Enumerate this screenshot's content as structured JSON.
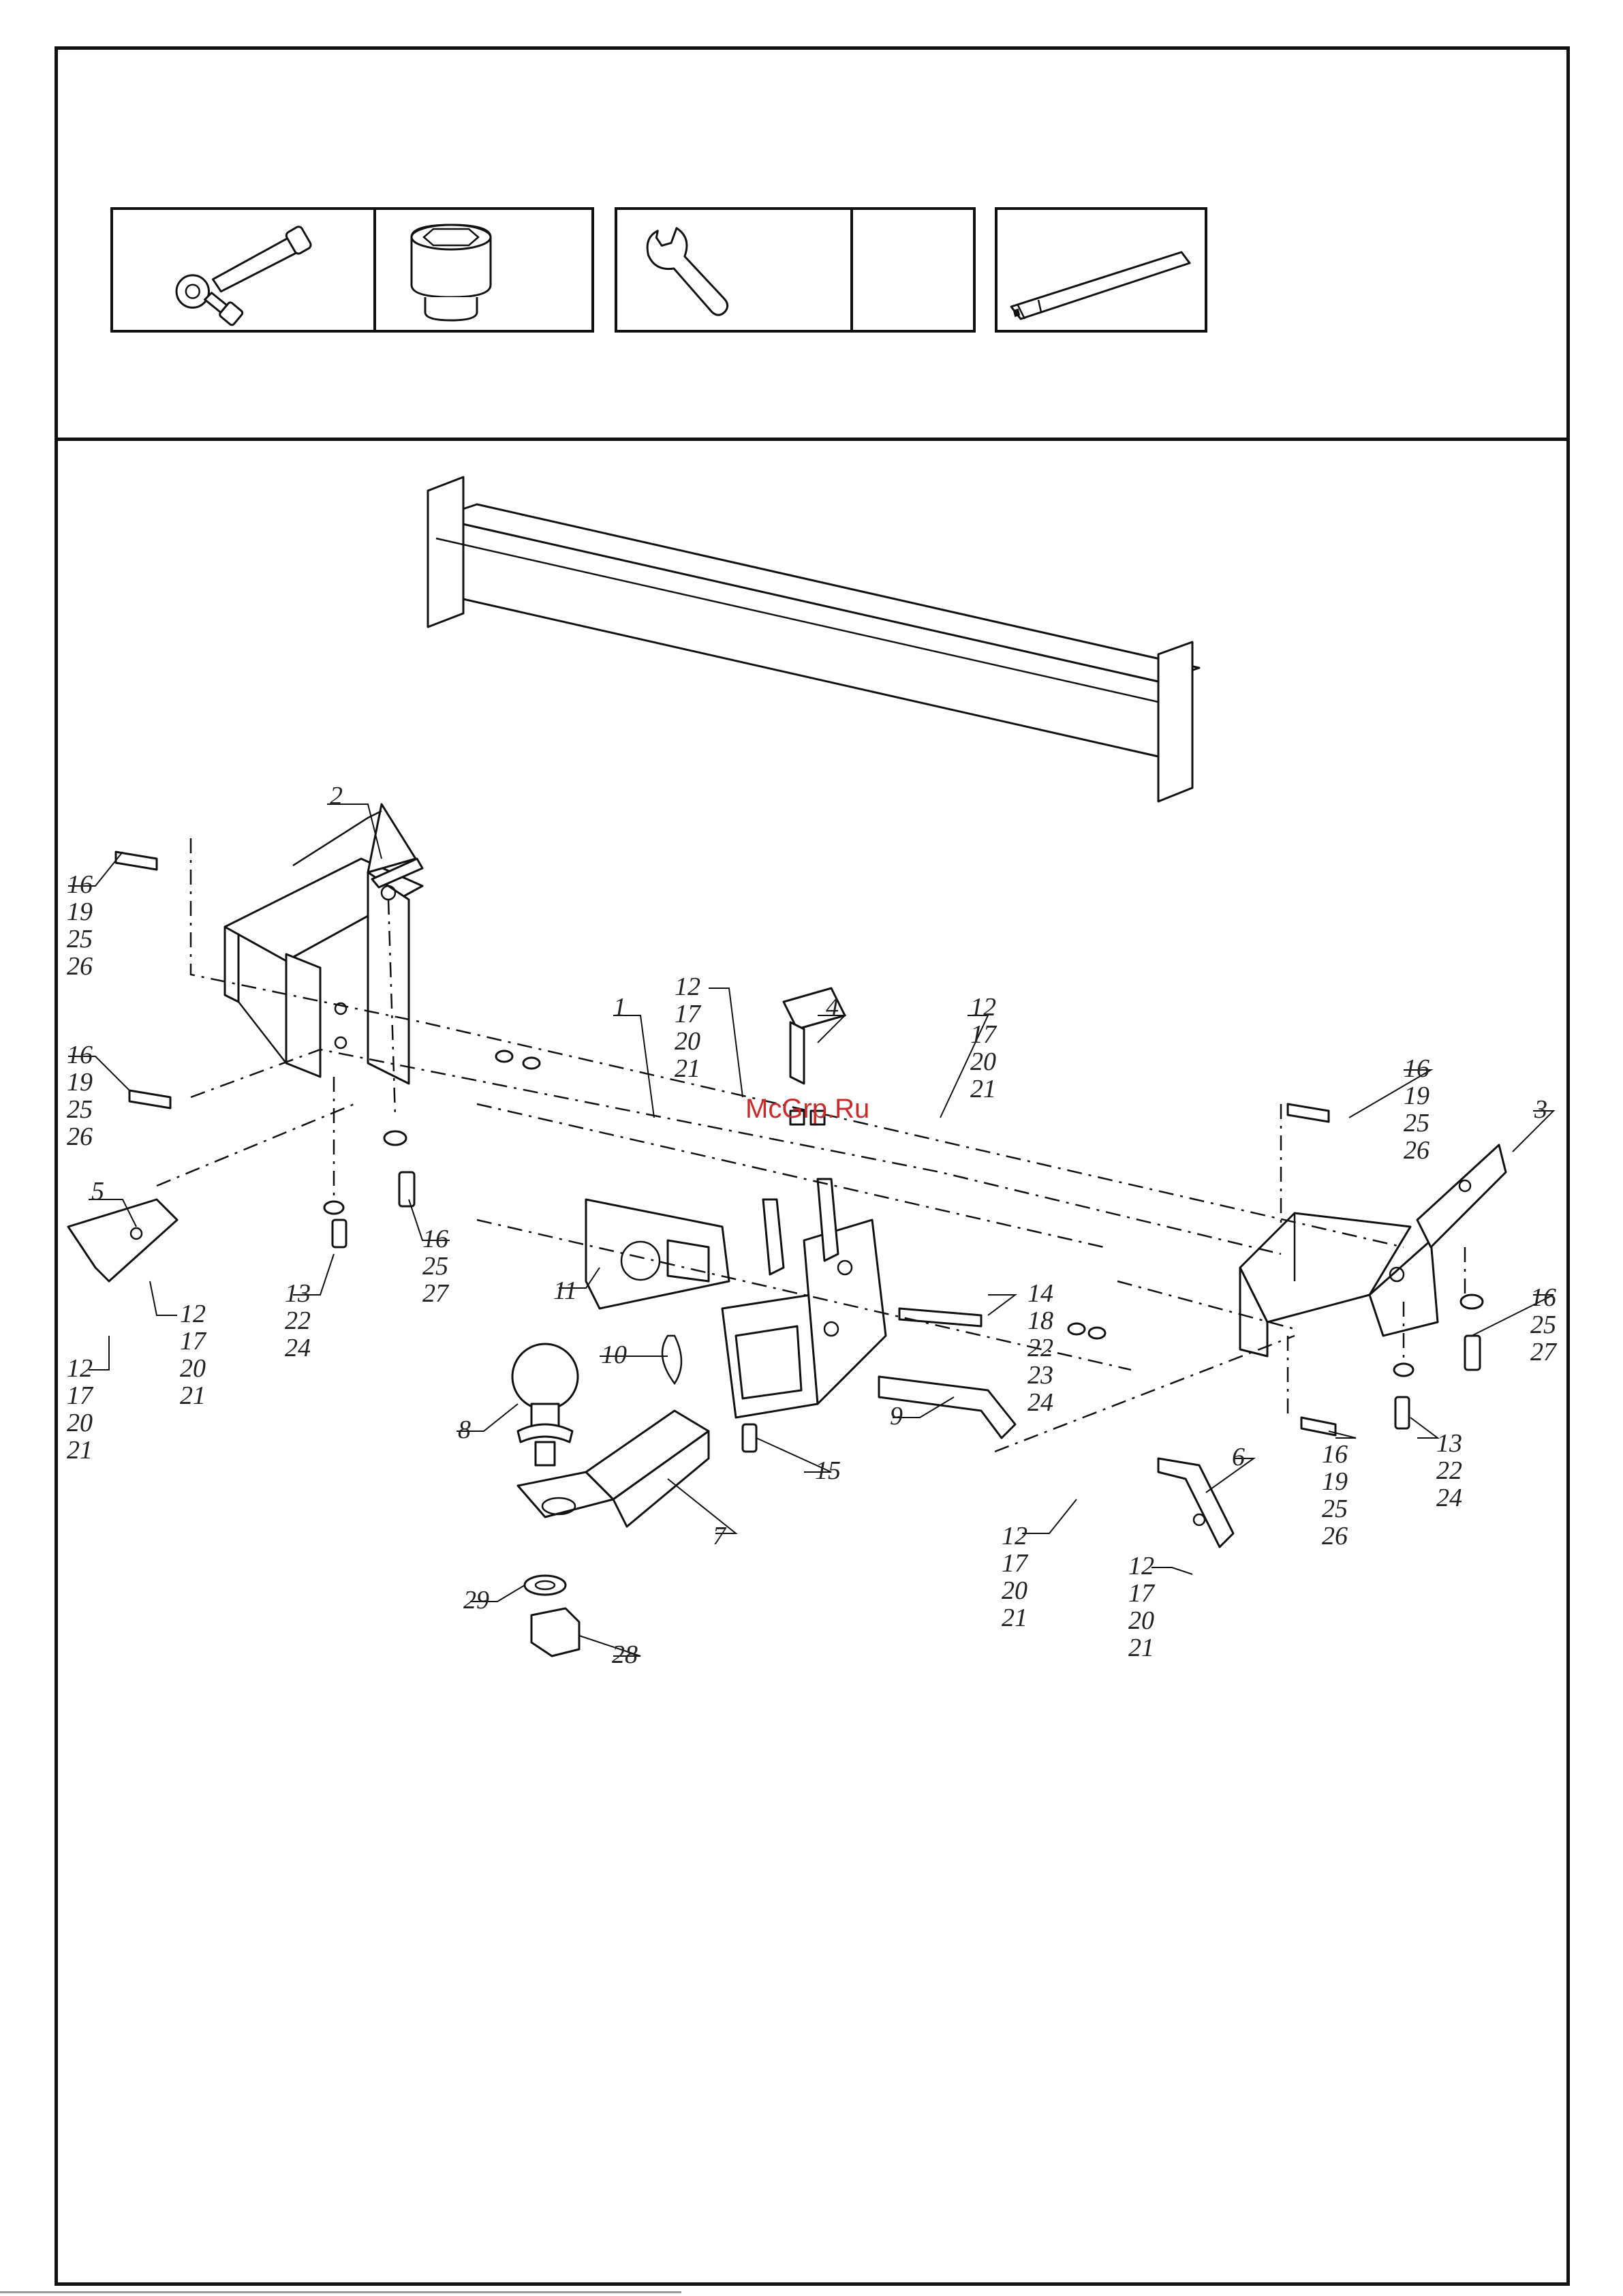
{
  "tools": [
    {
      "id": "ratchet",
      "icon": "ratchet-handle-icon",
      "cells": [
        "ratchet-handle-icon",
        "socket-head-icon"
      ]
    },
    {
      "id": "wrench",
      "icon": "open-end-wrench-icon",
      "cells": [
        "open-end-wrench-icon",
        "blank"
      ]
    },
    {
      "id": "pry",
      "icon": "pry-bar-icon",
      "cells": [
        "pry-bar-icon"
      ]
    }
  ],
  "watermark": "McGrp.Ru",
  "callouts": [
    {
      "id": "c2",
      "lines": [
        "2"
      ]
    },
    {
      "id": "c16a",
      "lines": [
        "16",
        "19",
        "25",
        "26"
      ]
    },
    {
      "id": "c16b",
      "lines": [
        "16",
        "19",
        "25",
        "26"
      ]
    },
    {
      "id": "c1",
      "lines": [
        "1"
      ]
    },
    {
      "id": "c12a",
      "lines": [
        "12",
        "17",
        "20",
        "21"
      ]
    },
    {
      "id": "c4",
      "lines": [
        "4"
      ]
    },
    {
      "id": "c12b",
      "lines": [
        "12",
        "17",
        "20",
        "21"
      ]
    },
    {
      "id": "c16c",
      "lines": [
        "16",
        "19",
        "25",
        "26"
      ]
    },
    {
      "id": "c3",
      "lines": [
        "3"
      ]
    },
    {
      "id": "c5",
      "lines": [
        "5"
      ]
    },
    {
      "id": "c16d",
      "lines": [
        "16",
        "25",
        "27"
      ]
    },
    {
      "id": "c12c",
      "lines": [
        "12",
        "17",
        "20",
        "21"
      ]
    },
    {
      "id": "c13a",
      "lines": [
        "13",
        "22",
        "24"
      ]
    },
    {
      "id": "c12d",
      "lines": [
        "12",
        "17",
        "20",
        "21"
      ]
    },
    {
      "id": "c11",
      "lines": [
        "11"
      ]
    },
    {
      "id": "c14",
      "lines": [
        "14",
        "18",
        "22",
        "23",
        "24"
      ]
    },
    {
      "id": "c16e",
      "lines": [
        "16",
        "25",
        "27"
      ]
    },
    {
      "id": "c10",
      "lines": [
        "10"
      ]
    },
    {
      "id": "c8",
      "lines": [
        "8"
      ]
    },
    {
      "id": "c9",
      "lines": [
        "9"
      ]
    },
    {
      "id": "c13b",
      "lines": [
        "13",
        "22",
        "24"
      ]
    },
    {
      "id": "c15",
      "lines": [
        "15"
      ]
    },
    {
      "id": "c6",
      "lines": [
        "6"
      ]
    },
    {
      "id": "c16f",
      "lines": [
        "16",
        "19",
        "25",
        "26"
      ]
    },
    {
      "id": "c7",
      "lines": [
        "7"
      ]
    },
    {
      "id": "c12e",
      "lines": [
        "12",
        "17",
        "20",
        "21"
      ]
    },
    {
      "id": "c12f",
      "lines": [
        "12",
        "17",
        "20",
        "21"
      ]
    },
    {
      "id": "c29",
      "lines": [
        "29"
      ]
    },
    {
      "id": "c28",
      "lines": [
        "28"
      ]
    }
  ]
}
